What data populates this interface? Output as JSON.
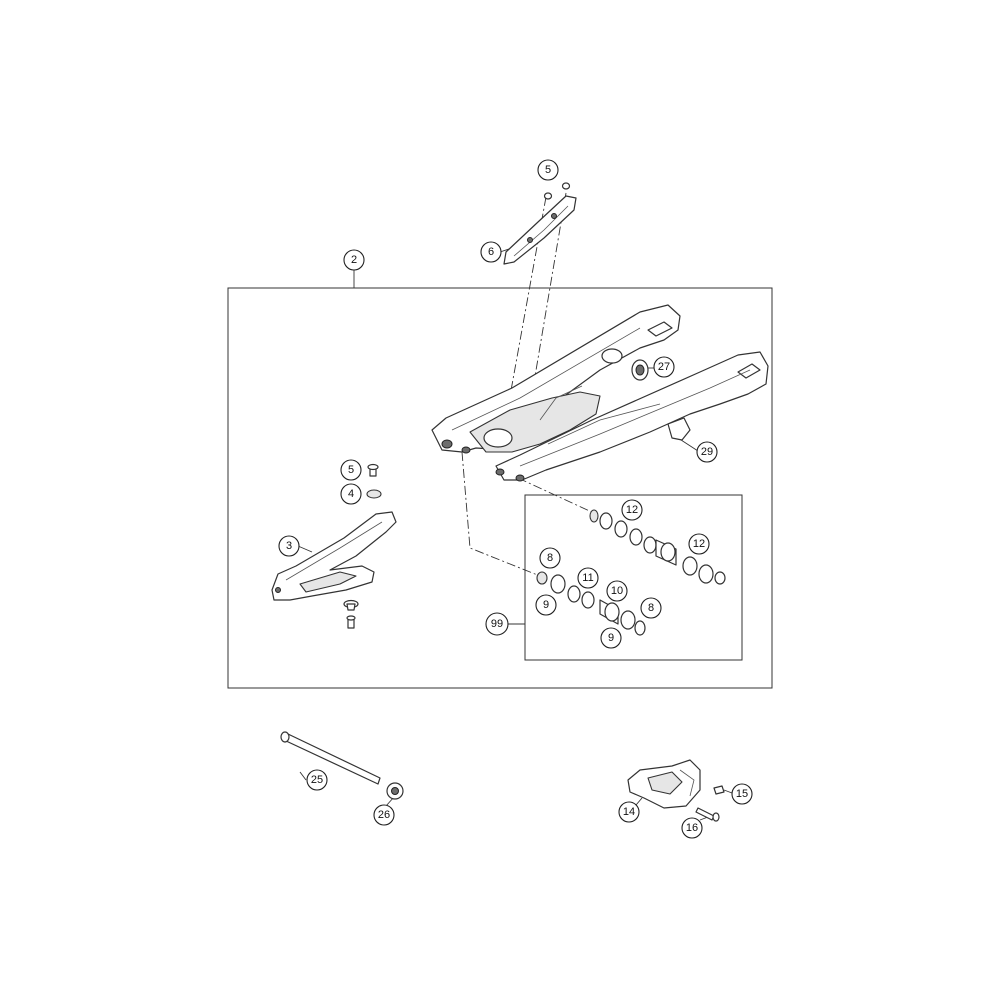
{
  "callouts": {
    "c2": "2",
    "c3": "3",
    "c4": "4",
    "c5a": "5",
    "c5b": "5",
    "c6": "6",
    "c8a": "8",
    "c8b": "8",
    "c9a": "9",
    "c9b": "9",
    "c10": "10",
    "c11": "11",
    "c12a": "12",
    "c12b": "12",
    "c14": "14",
    "c15": "15",
    "c16": "16",
    "c25": "25",
    "c26": "26",
    "c27": "27",
    "c29": "29",
    "c99": "99"
  }
}
